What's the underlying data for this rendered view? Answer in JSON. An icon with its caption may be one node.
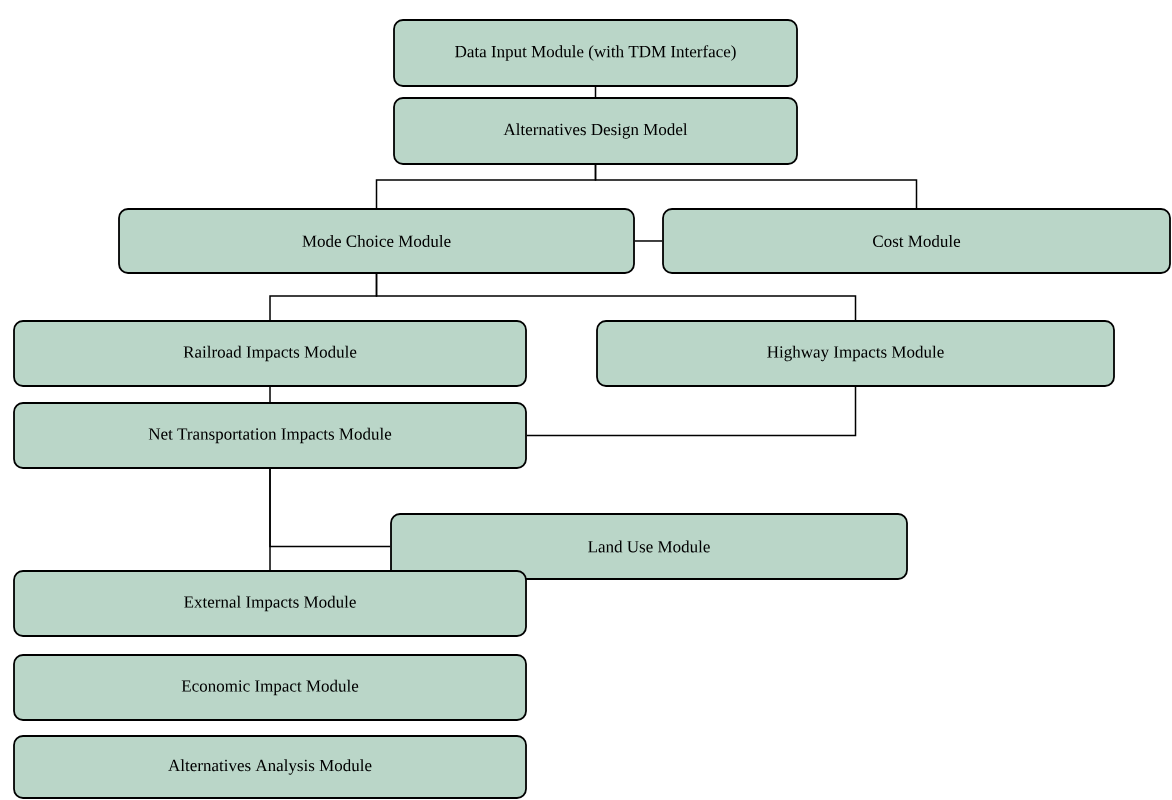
{
  "diagram": {
    "nodes": [
      {
        "text": [
          "Data Input Module (with TDM Interface)"
        ]
      },
      {
        "text": [
          "Alternatives Design Model"
        ]
      },
      {
        "text": [
          "Mode Choice Module"
        ]
      },
      {
        "text": [
          "Cost Module"
        ]
      },
      {
        "text": [
          "Railroad Impacts Module"
        ]
      },
      {
        "text": [
          "Highway Impacts Module"
        ]
      },
      {
        "text": [
          "Net Transportation Impacts Module"
        ]
      },
      {
        "text": [
          "Land Use Module"
        ]
      },
      {
        "text": [
          "External Impacts Module"
        ]
      },
      {
        "text": [
          "Economic Impact Module"
        ]
      },
      {
        "text": [
          "Alternatives Analysis Module"
        ]
      }
    ],
    "edges": [
      {
        "from": 0,
        "to": 1,
        "arrow": "none"
      },
      {
        "from": 1,
        "to": 2,
        "arrow": "none"
      },
      {
        "from": 1,
        "to": 3,
        "arrow": "none"
      },
      {
        "from": 2,
        "to": 3,
        "arrow": "none"
      },
      {
        "from": 2,
        "to": 4,
        "arrow": "none"
      },
      {
        "from": 2,
        "to": 5,
        "arrow": "none"
      },
      {
        "from": 4,
        "to": 6,
        "arrow": "none"
      },
      {
        "from": 5,
        "to": 6,
        "arrow": "none"
      },
      {
        "from": 6,
        "to": 7,
        "arrow": "none"
      },
      {
        "from": 6,
        "to": 8,
        "arrow": "none"
      }
    ]
  }
}
